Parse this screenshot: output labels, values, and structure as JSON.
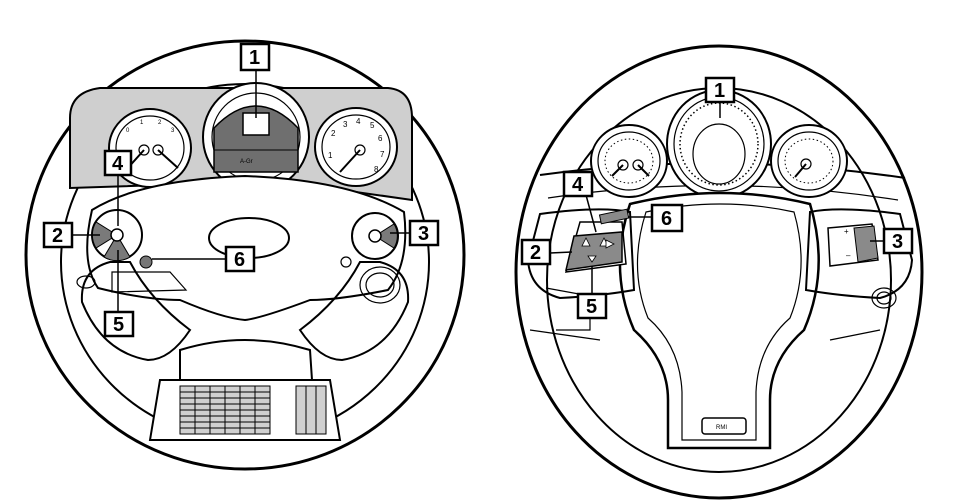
{
  "diagram": {
    "left_wheel": {
      "callouts": [
        "1",
        "2",
        "3",
        "4",
        "5",
        "6"
      ],
      "gauges": {
        "left_ticks": [
          "0",
          "1",
          "2",
          "3"
        ],
        "right_ticks": [
          "1",
          "2",
          "3",
          "4",
          "5",
          "6",
          "7",
          "8"
        ],
        "display_text": "A-Gr"
      }
    },
    "right_wheel": {
      "callouts": [
        "1",
        "2",
        "3",
        "4",
        "5",
        "6"
      ],
      "button_symbols": {
        "plus": "+",
        "minus": "–"
      },
      "badge_text": "RMI"
    }
  }
}
